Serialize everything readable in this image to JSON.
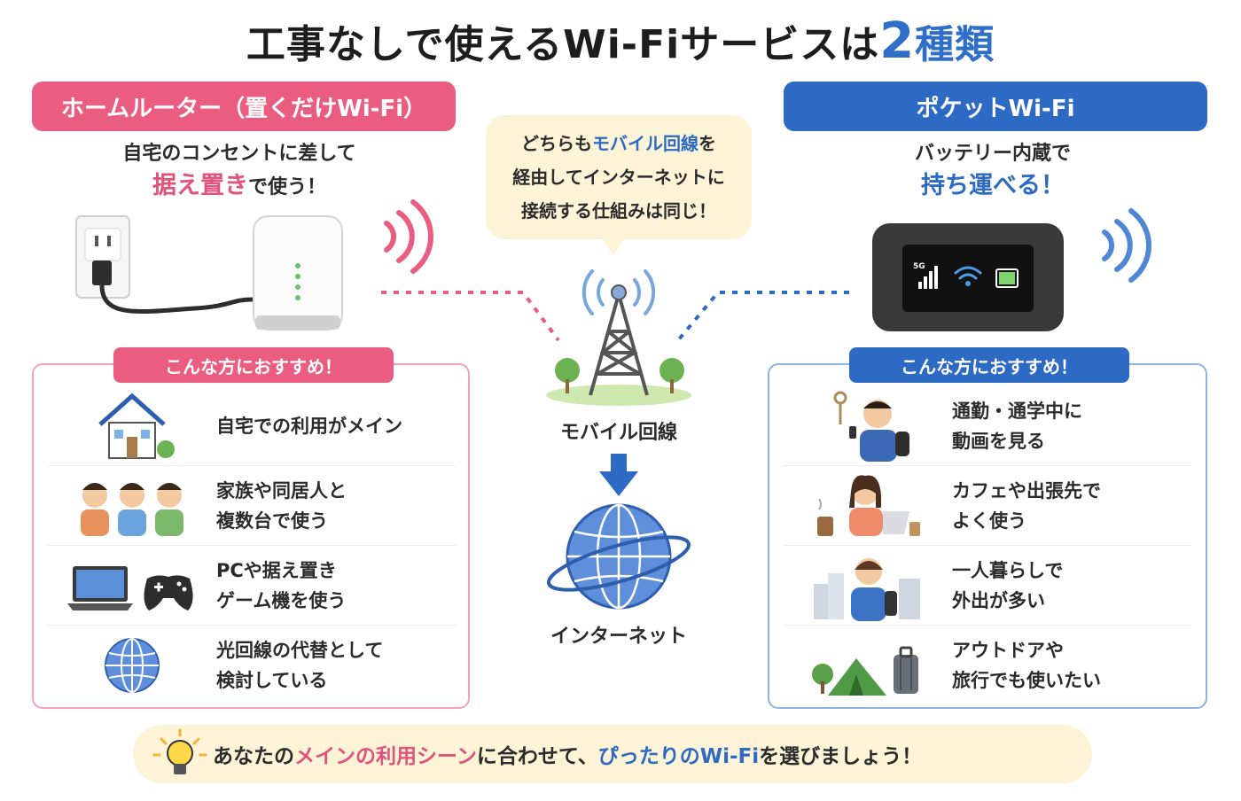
{
  "title": {
    "prefix": "工事なしで使えるWi-Fiサービスは",
    "number": "2",
    "suffix": "種類"
  },
  "left": {
    "pill": "ホームルーター（置くだけWi-Fi）",
    "desc_line1": "自宅のコンセントに差して",
    "desc_emph": "据え置き",
    "desc_tail": "で使う！",
    "box_tag": "こんな方におすすめ！",
    "items": [
      {
        "text": "自宅での利用がメイン",
        "icon": "house-icon"
      },
      {
        "text": "家族や同居人と\n複数台で使う",
        "icon": "family-icon"
      },
      {
        "text": "PCや据え置き\nゲーム機を使う",
        "icon": "laptop-gamepad-icon"
      },
      {
        "text": "光回線の代替として\n検討している",
        "icon": "globe-icon"
      }
    ]
  },
  "right": {
    "pill": "ポケットWi-Fi",
    "desc_line1": "バッテリー内蔵で",
    "desc_emph": "持ち運べる！",
    "box_tag": "こんな方におすすめ！",
    "items": [
      {
        "text": "通勤・通学中に\n動画を見る",
        "icon": "commuter-icon"
      },
      {
        "text": "カフェや出張先で\nよく使う",
        "icon": "cafe-worker-icon"
      },
      {
        "text": "一人暮らしで\n外出が多い",
        "icon": "single-person-icon"
      },
      {
        "text": "アウトドアや\n旅行でも使いたい",
        "icon": "tent-suitcase-icon"
      }
    ]
  },
  "center": {
    "bubble_l1a": "どちらも",
    "bubble_l1b": "モバイル回線",
    "bubble_l1c": "を",
    "bubble_l2": "経由してインターネットに",
    "bubble_l3": "接続する仕組みは同じ！",
    "mobile_label": "モバイル回線",
    "internet_label": "インターネット"
  },
  "device": {
    "signal_label": "5G"
  },
  "banner": {
    "part1": "あなたの",
    "part2": "メインの利用シーン",
    "part3": "に合わせて、",
    "part4": "ぴったりのWi-Fi",
    "part5": "を選びましょう！"
  },
  "colors": {
    "pink": "#ea5d81",
    "blue": "#2d6ac3",
    "cream": "#fdf3d6"
  }
}
